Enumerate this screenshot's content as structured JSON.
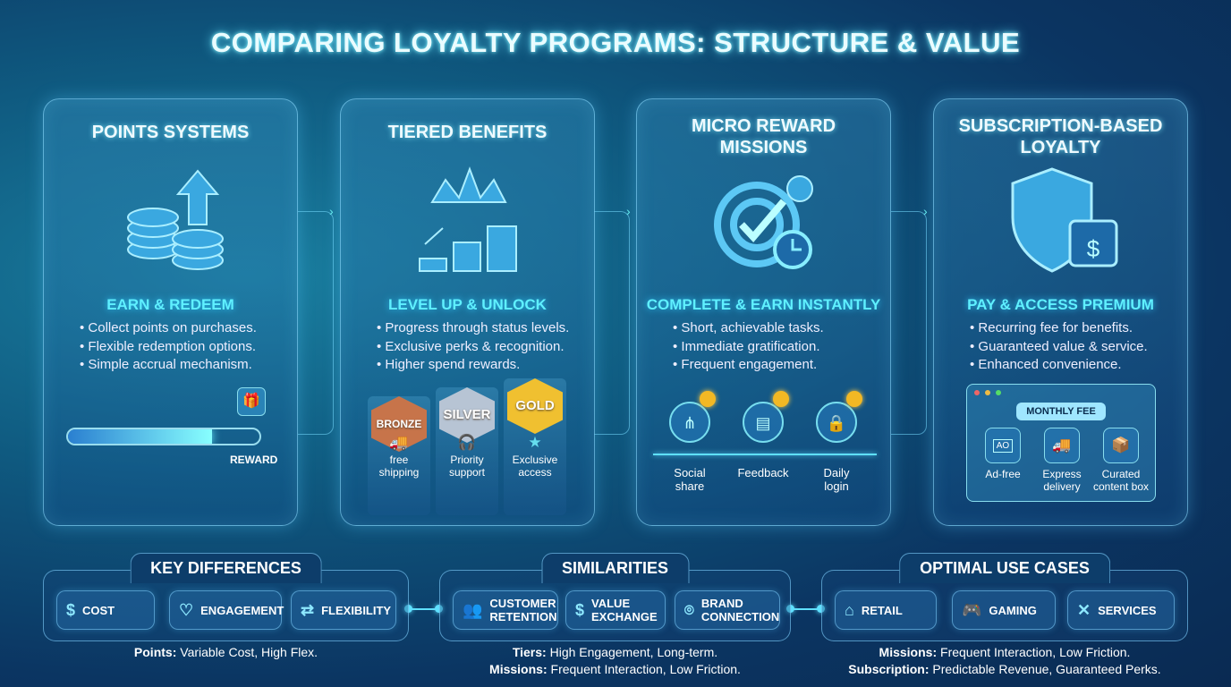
{
  "title": "COMPARING LOYALTY PROGRAMS: STRUCTURE & VALUE",
  "cards": [
    {
      "title": "POINTS SYSTEMS",
      "subtitle": "EARN & REDEEM",
      "bullets": [
        "• Collect points on purchases.",
        "• Flexible redemption options.",
        "• Simple accrual mechanism."
      ],
      "progress_label": "REWARD",
      "progress": 0.75,
      "icon": "coins-arrow-up-icon"
    },
    {
      "title": "TIERED BENEFITS",
      "subtitle": "LEVEL UP & UNLOCK",
      "bullets": [
        "• Progress through status levels.",
        "• Exclusive perks & recognition.",
        "• Higher spend rewards."
      ],
      "tiers": [
        {
          "name": "BRONZE",
          "perk1": "free",
          "perk2": "shipping",
          "color": "#c7744a"
        },
        {
          "name": "SILVER",
          "perk1": "Priority",
          "perk2": "support",
          "color": "#b7c4d4"
        },
        {
          "name": "GOLD",
          "perk1": "Exclusive",
          "perk2": "access",
          "color": "#f0c030"
        }
      ],
      "icon": "crown-icon"
    },
    {
      "title1": "MICRO REWARD",
      "title2": "MISSIONS",
      "subtitle": "COMPLETE & EARN INSTANTLY",
      "bullets": [
        "• Short, achievable tasks.",
        "• Immediate gratification.",
        "• Frequent engagement."
      ],
      "missions": [
        {
          "l1": "Social",
          "l2": "share"
        },
        {
          "l1": "Feedback",
          "l2": ""
        },
        {
          "l1": "Daily",
          "l2": "login"
        }
      ],
      "icon": "target-check-icon"
    },
    {
      "title1": "SUBSCRIPTION-BASED",
      "title2": "LOYALTY",
      "subtitle": "PAY & ACCESS PREMIUM",
      "bullets": [
        "• Recurring fee for benefits.",
        "• Guaranteed value & service.",
        "• Enhanced convenience."
      ],
      "window_label": "MONTHLY FEE",
      "ad_icon_text": "AO",
      "perks": [
        {
          "l1": "Ad-free",
          "l2": ""
        },
        {
          "l1": "Express",
          "l2": "delivery"
        },
        {
          "l1": "Curated",
          "l2": "content box"
        }
      ],
      "icon": "shield-calendar-icon"
    }
  ],
  "panels": [
    {
      "title": "KEY DIFFERENCES",
      "chips": [
        {
          "l1": "COST",
          "l2": ""
        },
        {
          "l1": "ENGAGEMENT",
          "l2": ""
        },
        {
          "l1": "FLEXIBILITY",
          "l2": ""
        }
      ],
      "captions": [
        {
          "b": "Points:",
          "t": " Variable Cost, High Flex."
        }
      ]
    },
    {
      "title": "SIMILARITIES",
      "chips": [
        {
          "l1": "CUSTOMER",
          "l2": "RETENTION"
        },
        {
          "l1": "VALUE",
          "l2": "EXCHANGE"
        },
        {
          "l1": "BRAND",
          "l2": "CONNECTION"
        }
      ],
      "captions": [
        {
          "b": "Tiers:",
          "t": " High Engagement, Long-term."
        },
        {
          "b": "Missions:",
          "t": " Frequent Interaction, Low Friction."
        }
      ]
    },
    {
      "title": "OPTIMAL USE CASES",
      "chips": [
        {
          "l1": "RETAIL",
          "l2": ""
        },
        {
          "l1": "GAMING",
          "l2": ""
        },
        {
          "l1": "SERVICES",
          "l2": ""
        }
      ],
      "captions": [
        {
          "b": "Missions:",
          "t": " Frequent Interaction, Low Friction."
        },
        {
          "b": "Subscription:",
          "t": " Predictable Revenue, Guaranteed Perks."
        }
      ]
    }
  ],
  "colors": {
    "accent": "#5ff0ff",
    "background": "#0b3562"
  }
}
